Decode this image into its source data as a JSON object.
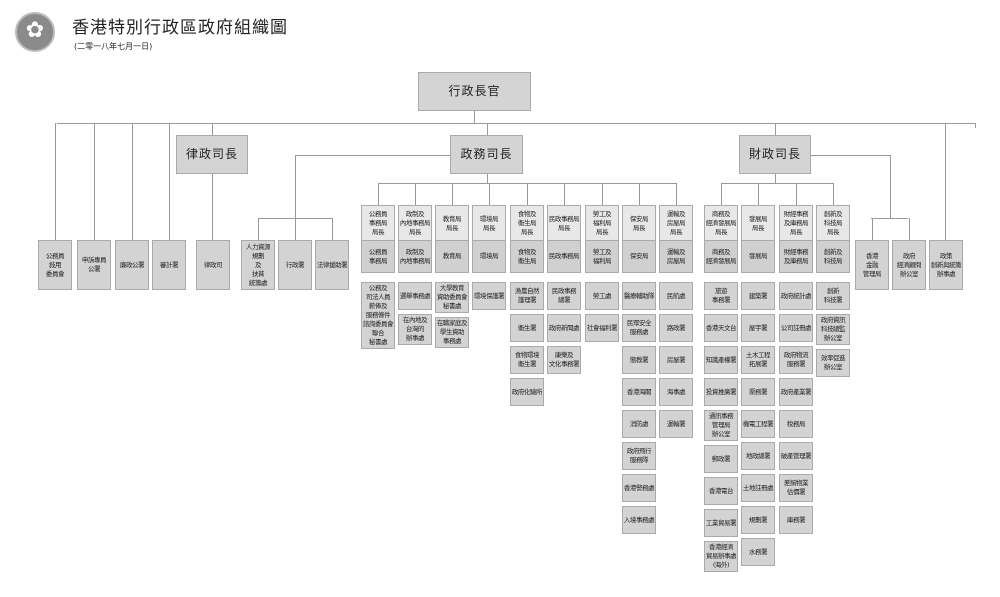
{
  "header": {
    "title": "香港特別行政區政府組織圖",
    "date": "(二零一八年七月一日)"
  },
  "chief_executive": "行政長官",
  "secretaries": {
    "sj": "律政司長",
    "cs": "政務司長",
    "fs": "財政司長"
  },
  "ce_direct": [
    "公務員\n敍用\n委員會",
    "申訴專員\n公署",
    "廉政公署",
    "審計署"
  ],
  "sj_dept": "律政司",
  "cs_direct": [
    "人力資源\n規劃\n及\n扶貧\n統籌處",
    "行政署",
    "法律援助署"
  ],
  "fs_direct": [
    "香港\n金融\n管理局",
    "政府\n經濟顧問\n辦公室"
  ],
  "ce_right": "政策\n創新與統籌\n辦事處",
  "cs_bureaus": [
    {
      "head": "公務員\n事務局\n局長",
      "bureau": "公務員\n事務局",
      "depts": [
        "公務及\n司法人員\n薪俸及\n服務條件\n諮詢委員會\n聯合\n秘書處"
      ]
    },
    {
      "head": "政制及\n內地事務局\n局長",
      "bureau": "政制及\n內地事務局",
      "depts": [
        "選舉事務處",
        "在內地及\n台灣的\n辦事處"
      ]
    },
    {
      "head": "教育局\n局長",
      "bureau": "教育局",
      "depts": [
        "大學教育\n資助委員會\n秘書處",
        "在職家庭及\n學生資助\n事務處"
      ]
    },
    {
      "head": "環境局\n局長",
      "bureau": "環境局",
      "depts": [
        "環境保護署"
      ]
    },
    {
      "head": "食物及\n衞生局\n局長",
      "bureau": "食物及\n衞生局",
      "depts": [
        "漁農自然\n護理署",
        "衞生署",
        "食物環境\n衞生署",
        "政府化驗所"
      ]
    },
    {
      "head": "民政事務局\n局長",
      "bureau": "民政事務局",
      "depts": [
        "民政事務\n總署",
        "政府新聞處",
        "康樂及\n文化事務署"
      ]
    },
    {
      "head": "勞工及\n福利局\n局長",
      "bureau": "勞工及\n福利局",
      "depts": [
        "勞工處",
        "社會福利署"
      ]
    },
    {
      "head": "保安局\n局長",
      "bureau": "保安局",
      "depts": [
        "醫療輔助隊",
        "民眾安全\n服務處",
        "懲教署",
        "香港海關",
        "消防處",
        "政府飛行\n服務隊",
        "香港警務處",
        "入境事務處"
      ]
    },
    {
      "head": "運輸及\n房屋局\n局長",
      "bureau": "運輸及\n房屋局",
      "depts": [
        "民航處",
        "路政署",
        "房屋署",
        "海事處",
        "運輸署"
      ]
    }
  ],
  "fs_bureaus": [
    {
      "head": "商務及\n經濟發展局\n局長",
      "bureau": "商務及\n經濟發展局",
      "depts": [
        "旅遊\n事務署",
        "香港天文台",
        "知識產權署",
        "投資推廣署",
        "通訊事務\n管理局\n辦公室",
        "郵政署",
        "香港電台",
        "工業貿易署",
        "香港經濟\n貿易辦事處\n(海外)"
      ]
    },
    {
      "head": "發展局\n局長",
      "bureau": "發展局",
      "depts": [
        "建築署",
        "屋宇署",
        "土木工程\n拓展署",
        "渠務署",
        "機電工程署",
        "地政總署",
        "土地註冊處",
        "規劃署",
        "水務署"
      ]
    },
    {
      "head": "財經事務\n及庫務局\n局長",
      "bureau": "財經事務\n及庫務局",
      "depts": [
        "政府統計處",
        "公司註冊處",
        "政府物流\n服務署",
        "政府產業署",
        "稅務局",
        "破產管理署",
        "差餉物業\n估價署",
        "庫務署"
      ]
    },
    {
      "head": "創新及\n科技局\n局長",
      "bureau": "創新及\n科技局",
      "depts": [
        "創新\n科技署",
        "政府資訊\n科技總監\n辦公室",
        "效率促進\n辦公室"
      ]
    }
  ]
}
